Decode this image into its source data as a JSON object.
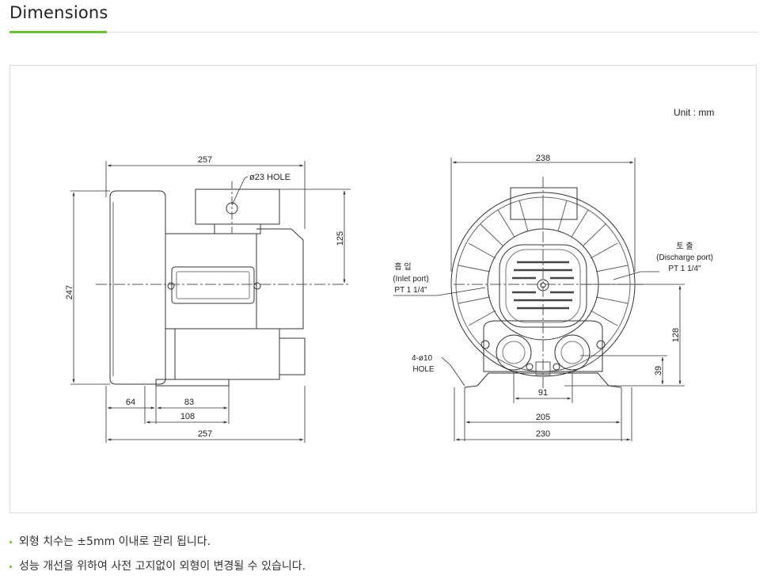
{
  "page": {
    "title": "Dimensions",
    "accent_color": "#6cbf3a"
  },
  "drawing": {
    "unit_label": "Unit : mm",
    "side_view": {
      "dims": {
        "total_width_top": "257",
        "total_width_bottom": "257",
        "height": "247",
        "top_to_center": "125",
        "left_offset": "64",
        "foot_span": "83",
        "foot_total": "108"
      },
      "hole_label": "ø23 HOLE"
    },
    "front_view": {
      "dims": {
        "width_top": "238",
        "port_height": "128",
        "foot_height": "39",
        "hole_span": "91",
        "foot_span": "205",
        "base_width": "230"
      },
      "inlet": {
        "ko": "흡 입",
        "en": "(Inlet port)",
        "spec": "PT 1 1/4\""
      },
      "discharge": {
        "ko": "토 출",
        "en": "(Discharge port)",
        "spec": "PT 1 1/4\""
      },
      "mount_hole": {
        "line1": "4-ø10",
        "line2": "HOLE"
      }
    }
  },
  "notes": [
    "외형 치수는 ±5mm 이내로 관리 됩니다.",
    "성능 개선을 위하여 사전 고지없이 외형이 변경될 수 있습니다."
  ]
}
